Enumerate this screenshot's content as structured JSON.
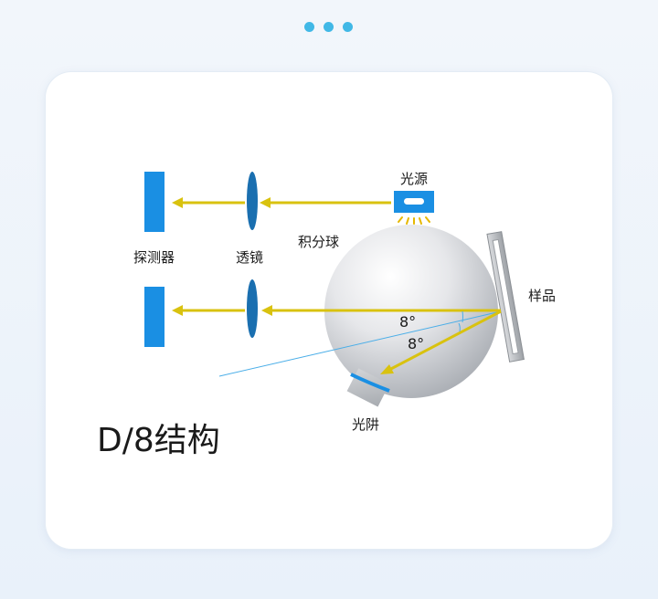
{
  "colors": {
    "accent_blue": "#1a8fe3",
    "arrow_yellow": "#d9c20f",
    "lens_blue": "#1a6fb0",
    "dot_blue": "#41b8e6"
  },
  "labels": {
    "light_source": "光源",
    "integrating_sphere": "积分球",
    "detector": "探测器",
    "lens": "透镜",
    "sample": "样品",
    "light_trap": "光阱",
    "angle_upper": "8°",
    "angle_lower": "8°",
    "structure_title": "D/8结构"
  }
}
